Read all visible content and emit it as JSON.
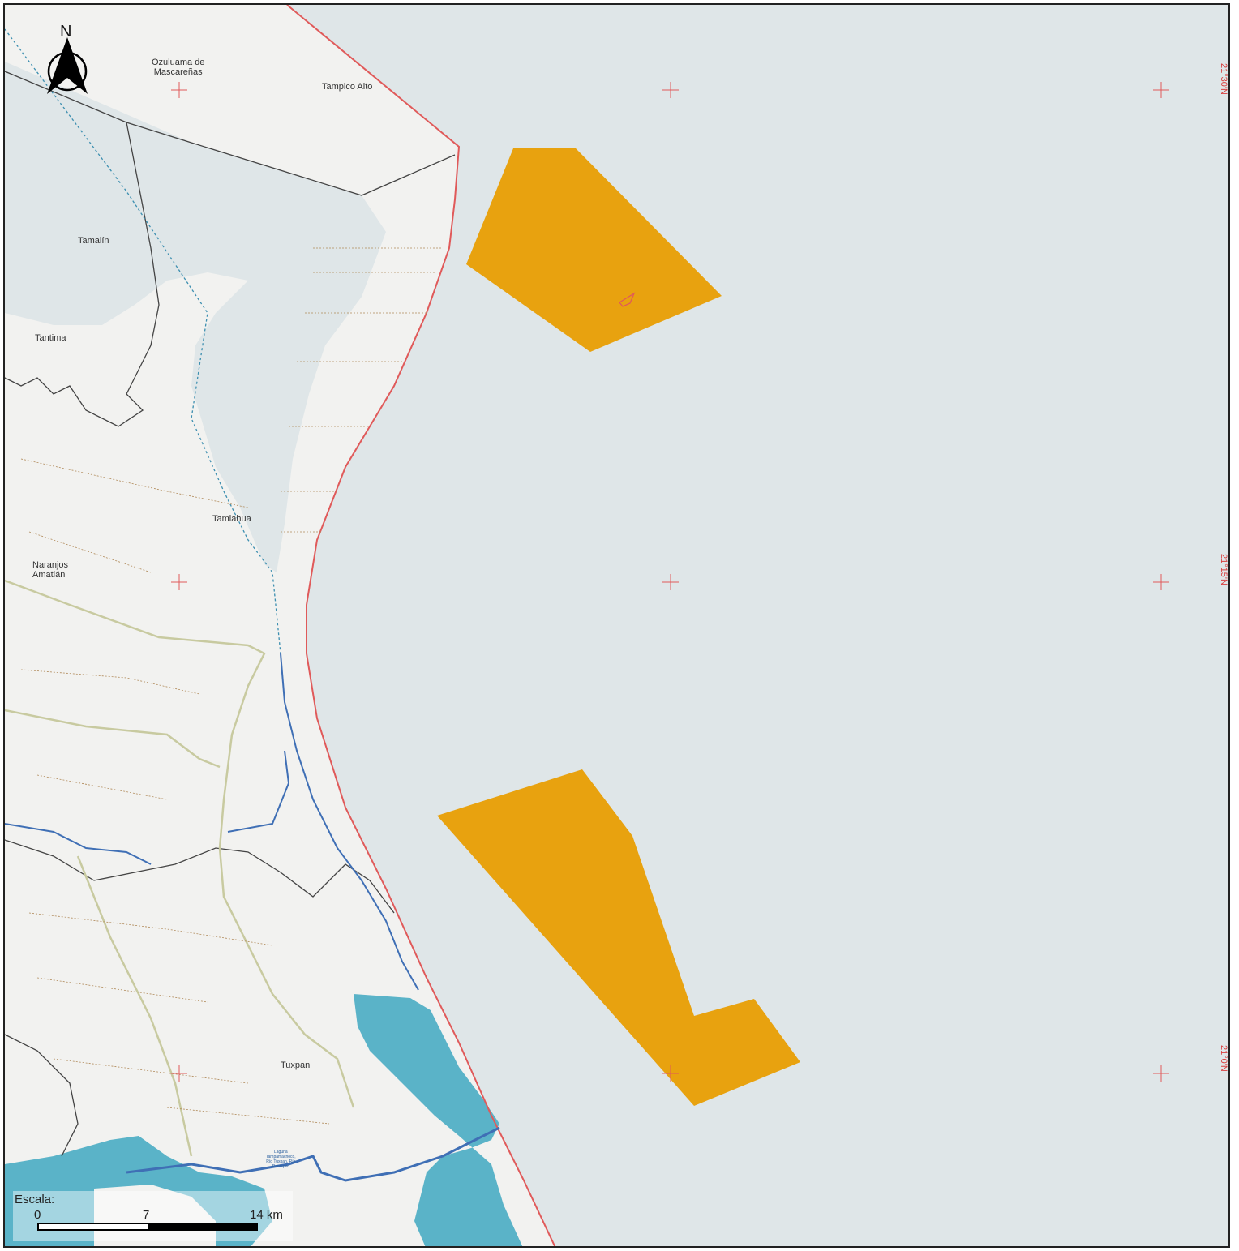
{
  "map": {
    "colors": {
      "sea": "#dfe6e8",
      "land": "#f2f2f0",
      "polygon": "#e8a20f",
      "wetland": "#5ab3c8",
      "coastline": "#e05a5a",
      "border": "#444444",
      "river": "#3f6fb5",
      "road": "#c8caa0",
      "path": "#b08a5a"
    },
    "places": {
      "ozuluama": "Ozuluama de\nMascareñas",
      "tampico_alto": "Tampico Alto",
      "tamalin": "Tamalín",
      "tantima": "Tantima",
      "tamiahua": "Tamiahua",
      "naranjos": "Naranjos\nAmatlán",
      "tuxpan": "Tuxpan",
      "laguna": "Laguna\nTampamachoco,\nRío Tuxpan, Río\nPantepec"
    },
    "coords": {
      "top": "21°30'N",
      "middle": "21°15'N",
      "bottom": "21°0'N"
    },
    "north": {
      "letter": "N",
      "icon": "north-arrow-icon"
    },
    "scale": {
      "title": "Escala:",
      "ticks": [
        "0",
        "7",
        "14 km"
      ]
    }
  }
}
